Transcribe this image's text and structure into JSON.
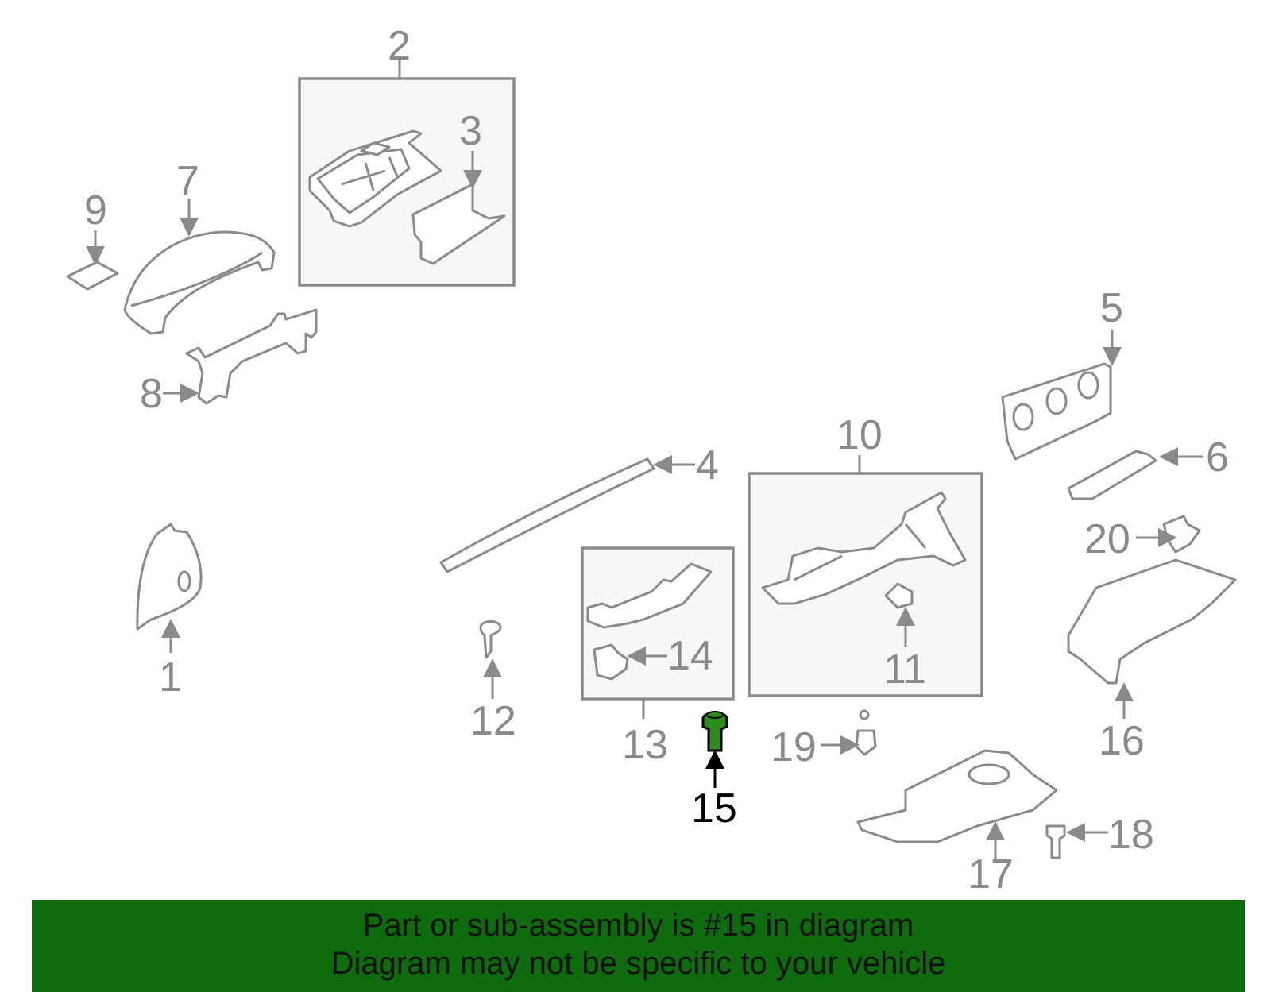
{
  "diagram": {
    "callouts": [
      "1",
      "2",
      "3",
      "4",
      "5",
      "6",
      "7",
      "8",
      "9",
      "10",
      "11",
      "12",
      "13",
      "14",
      "15",
      "16",
      "17",
      "18",
      "19",
      "20"
    ],
    "highlighted_part": "15",
    "colors": {
      "line": "#8a8a8a",
      "highlight_part": "#2e8b1e",
      "banner": "#0e6b0e"
    }
  },
  "banner": {
    "line1": "Part or sub-assembly is #15 in diagram",
    "line2": "Diagram may not be specific to your vehicle"
  }
}
